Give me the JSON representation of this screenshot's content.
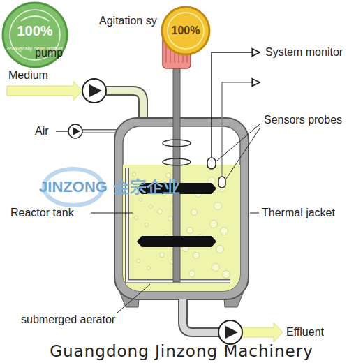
{
  "diagram": {
    "labels": [
      "100%",
      "ecologically clean product",
      "Agitation sy",
      "100%",
      "pump",
      "Medium",
      "System monitor",
      "Air",
      "Sensors probes",
      "JINZONG",
      "金宗企业",
      "Reactor tank",
      "Thermal jacket",
      "submerged aerator",
      "Effluent",
      "Guangdong Jinzong Machinery"
    ]
  }
}
